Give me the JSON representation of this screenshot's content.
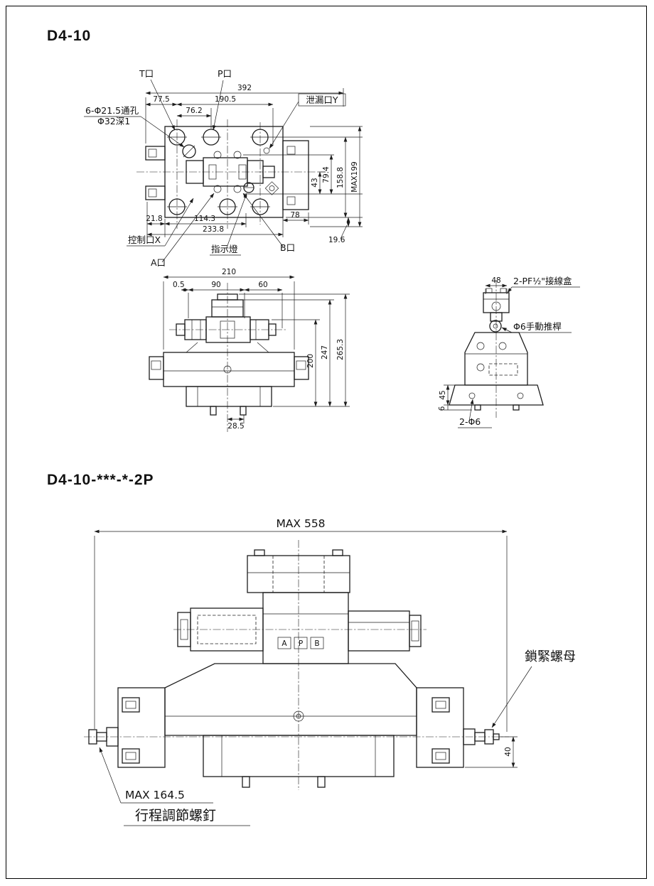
{
  "titles": {
    "section1": "D4-10",
    "section2": "D4-10-***-*-2P"
  },
  "top_view": {
    "dims": {
      "total_width": "392",
      "w77_5": "77.5",
      "w190_5": "190.5",
      "w76_2": "76.2",
      "h43": "43",
      "h79_4": "79.4",
      "h158_8": "158.8",
      "h_max": "MAX199",
      "h19_6": "19.6",
      "w21_8": "21.8",
      "w114_3": "114.3",
      "w233_8": "233.8",
      "w78": "78"
    },
    "labels": {
      "t_port": "T口",
      "p_port": "P口",
      "leak_port": "泄漏口Y",
      "through_holes": "6-Φ21.5通孔",
      "counterbore": "Φ32深1",
      "control_port": "控制口X",
      "indicator_light": "指示燈",
      "b_port": "B口",
      "a_port": "A口"
    }
  },
  "front_view": {
    "dims": {
      "w210": "210",
      "w0_5": "0.5",
      "w90": "90",
      "w60": "60",
      "h200": "200",
      "h247": "247",
      "h265_3": "265.3",
      "w28_5": "28.5"
    }
  },
  "side_view": {
    "dims": {
      "w48": "48",
      "h45": "45",
      "h6": "6"
    },
    "labels": {
      "conduit_box": "2-PF½\"接線盒",
      "manual_pin": "Φ6手動推桿",
      "mounting_holes": "2-Φ6"
    }
  },
  "variant_view": {
    "dims": {
      "max_width": "MAX 558",
      "h40": "40",
      "max_left": "MAX 164.5"
    },
    "labels": {
      "lock_nut": "鎖緊螺母",
      "stroke_screw": "行程調節螺釘",
      "port_a": "A",
      "port_p": "P",
      "port_b": "B"
    }
  }
}
